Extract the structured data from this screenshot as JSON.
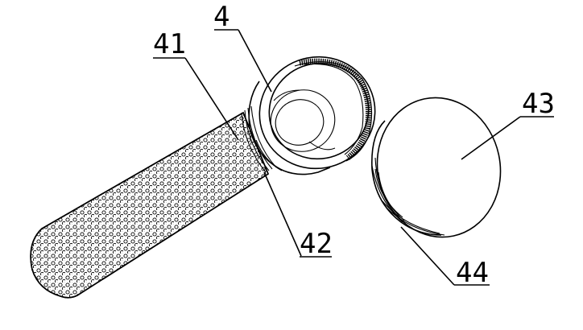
{
  "labels": {
    "part_4": "4",
    "part_41": "41",
    "part_42": "42",
    "part_43": "43",
    "part_44": "44"
  },
  "colors": {
    "line": "#000000",
    "background": "#ffffff"
  }
}
